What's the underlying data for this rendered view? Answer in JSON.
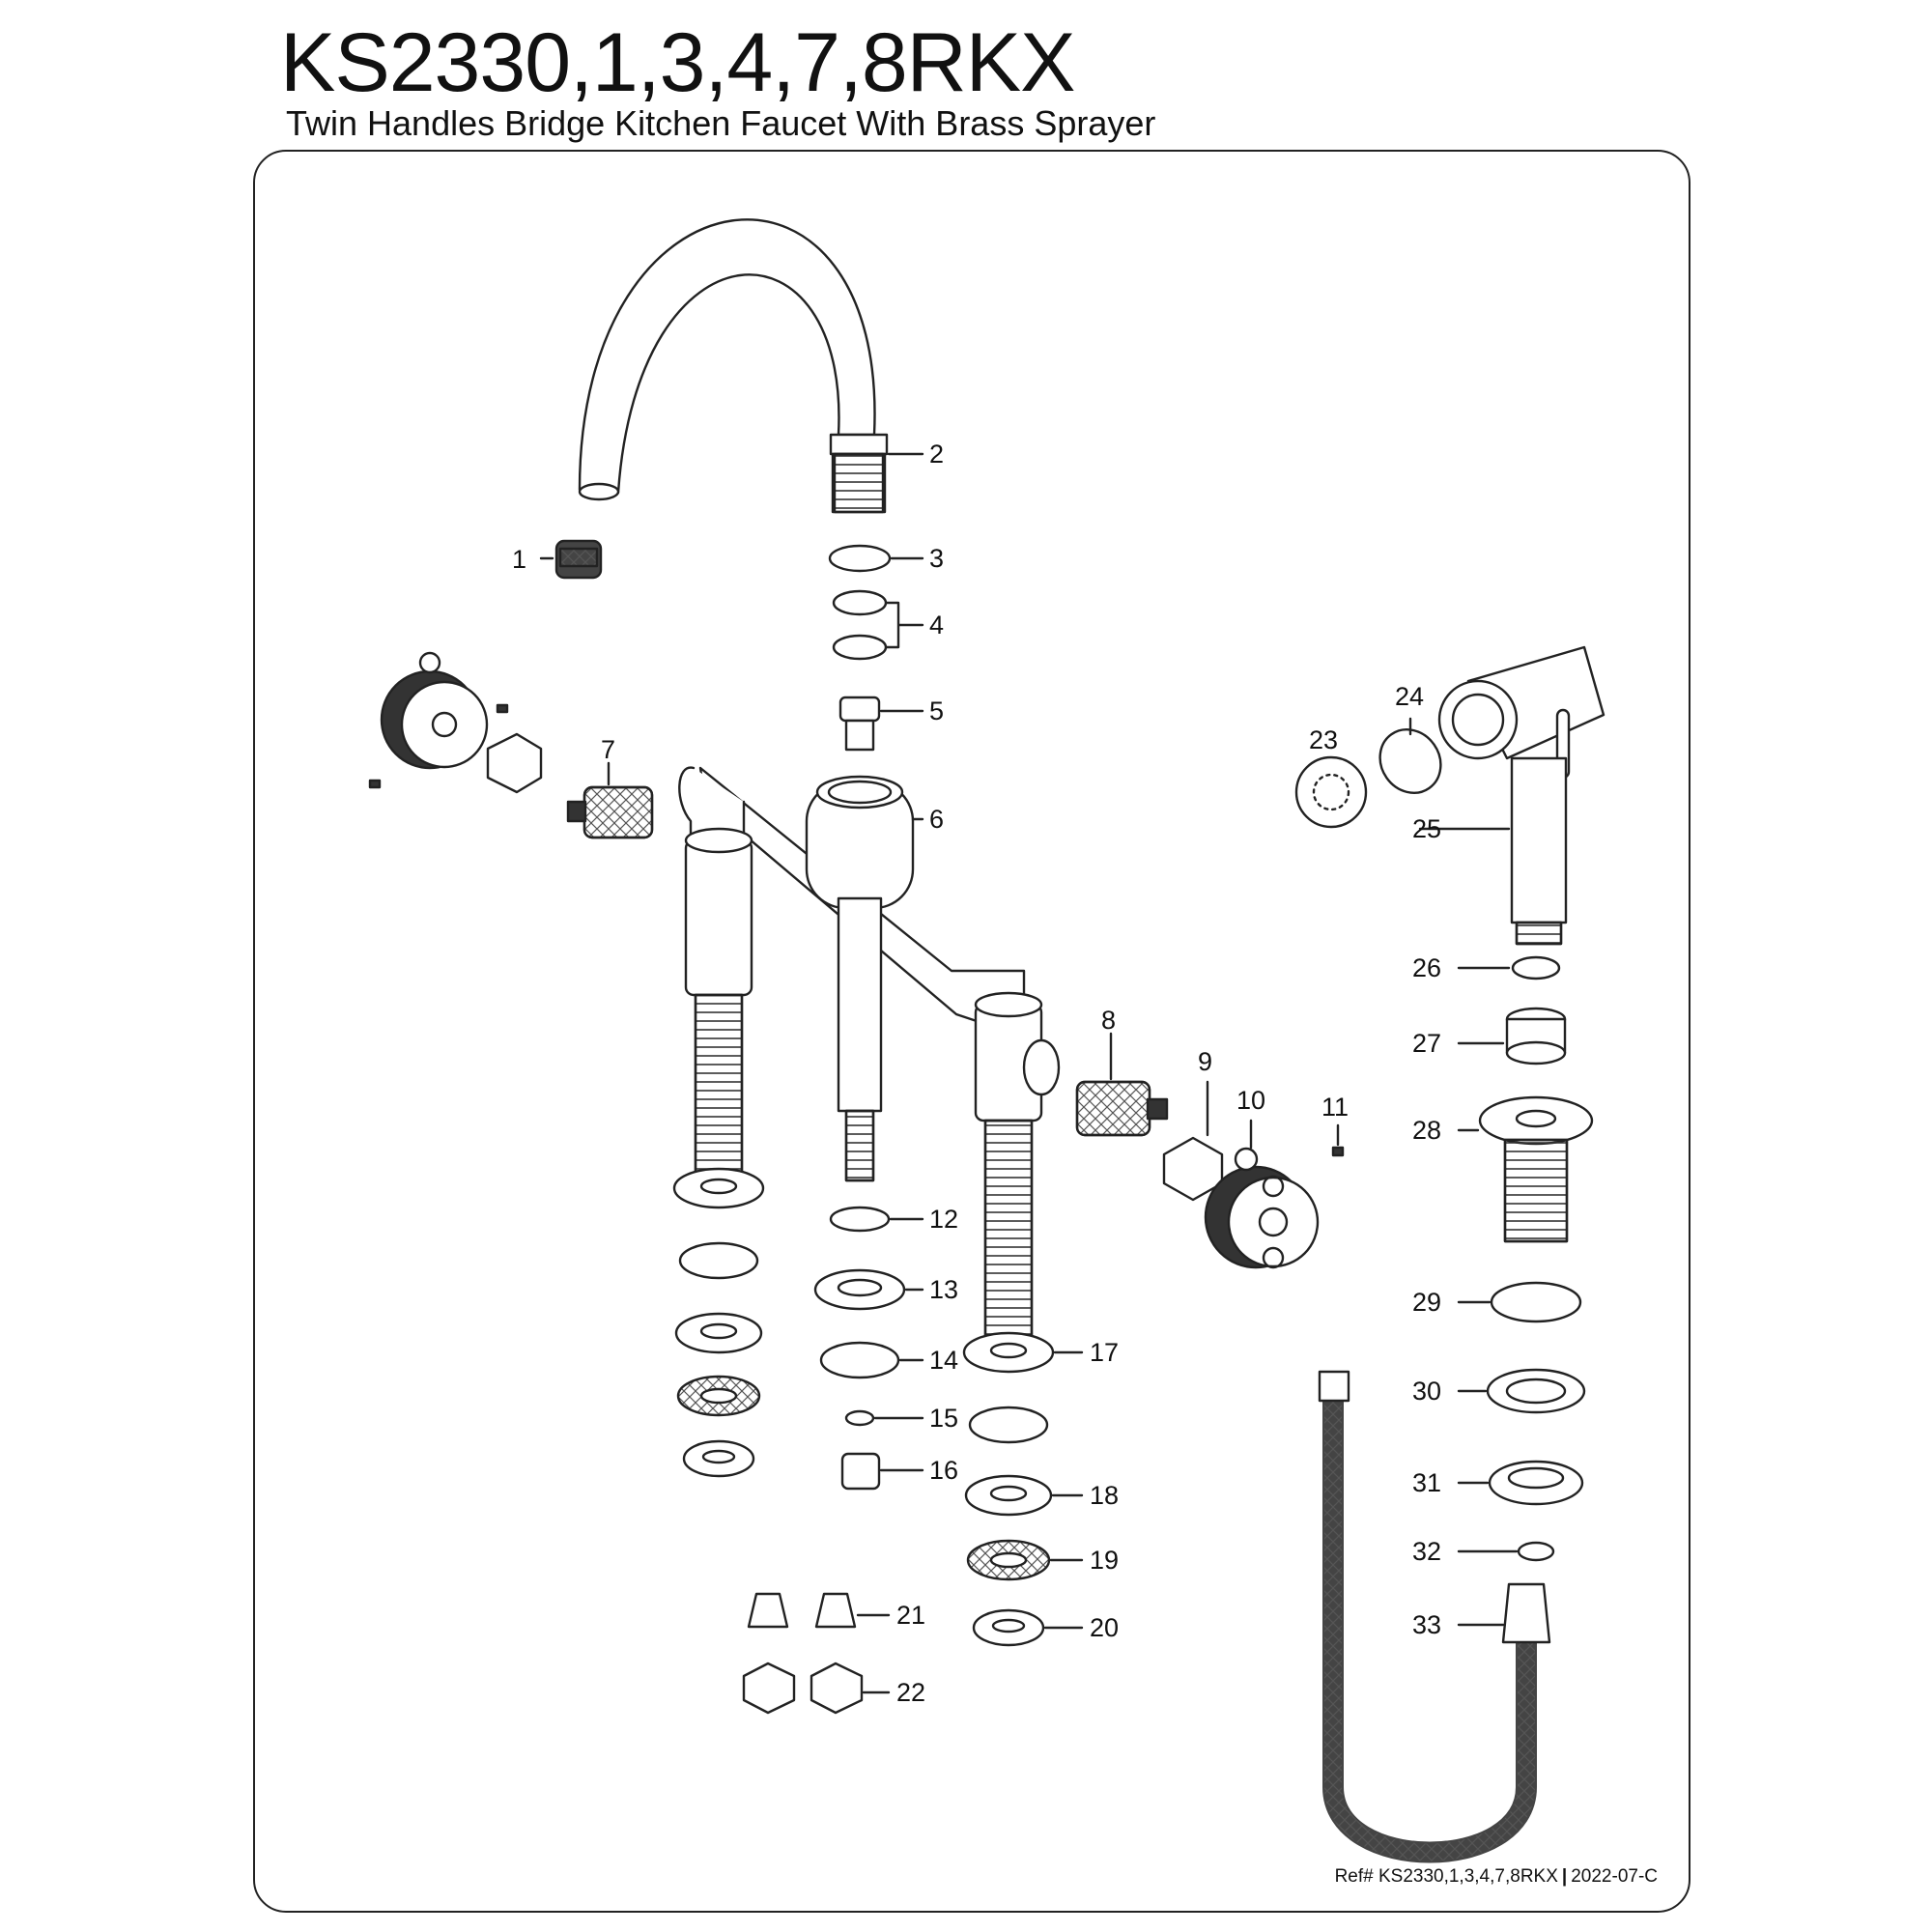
{
  "header": {
    "title": "KS2330,1,3,4,7,8RKX",
    "subtitle": "Twin Handles Bridge Kitchen Faucet With Brass Sprayer"
  },
  "footer": {
    "ref_text": "Ref# KS2330,1,3,4,7,8RKX",
    "separator": "|",
    "revision": "2022-07-C"
  },
  "parts": {
    "p1": "1",
    "p2": "2",
    "p3": "3",
    "p4": "4",
    "p5": "5",
    "p6": "6",
    "p7": "7",
    "p8": "8",
    "p9": "9",
    "p10": "10",
    "p11": "11",
    "p12": "12",
    "p13": "13",
    "p14": "14",
    "p15": "15",
    "p16": "16",
    "p17": "17",
    "p18": "18",
    "p19": "19",
    "p20": "20",
    "p21": "21",
    "p22": "22",
    "p23": "23",
    "p24": "24",
    "p25": "25",
    "p26": "26",
    "p27": "27",
    "p28": "28",
    "p29": "29",
    "p30": "30",
    "p31": "31",
    "p32": "32",
    "p33": "33"
  }
}
